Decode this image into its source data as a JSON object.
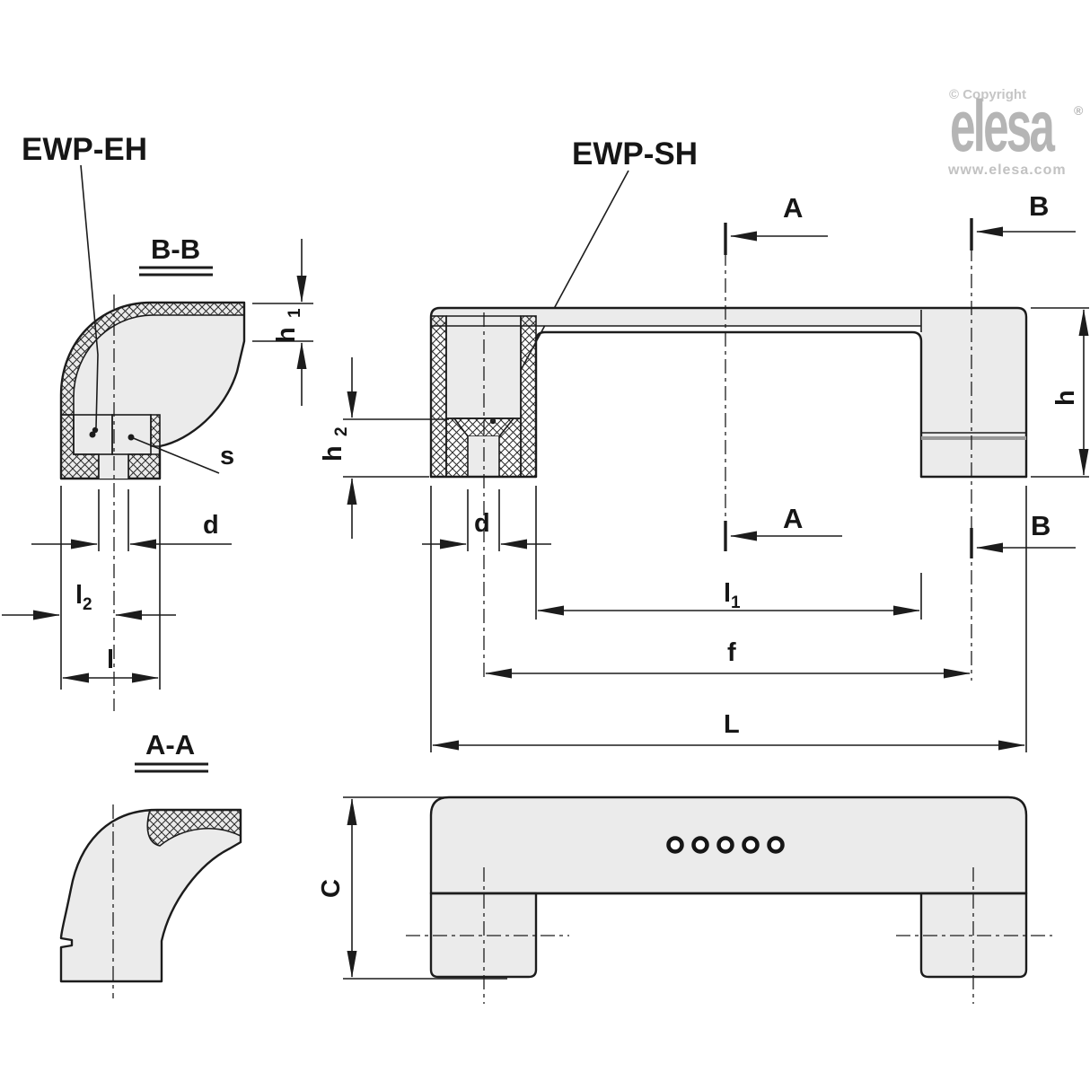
{
  "branding": {
    "copyright": "© Copyright",
    "logo": "elesa",
    "registered": "®",
    "website": "www.elesa.com"
  },
  "part_labels": {
    "ewp_eh": "EWP-EH",
    "ewp_sh": "EWP-SH"
  },
  "section_labels": {
    "bb": "B-B",
    "aa": "A-A"
  },
  "cut_arrows": {
    "a_top": "A",
    "a_bottom": "A",
    "b_top": "B",
    "b_bottom": "B"
  },
  "dimensions": {
    "h1": {
      "base": "h",
      "sub": "1"
    },
    "h2": {
      "base": "h",
      "sub": "2"
    },
    "h": "h",
    "d_section": "d",
    "d_front": "d",
    "s": "s",
    "l2": {
      "base": "l",
      "sub": "2"
    },
    "l": "l",
    "l1": {
      "base": "l",
      "sub": "1"
    },
    "f": "f",
    "L": "L",
    "C": "C"
  },
  "colors": {
    "line": "#1c1c1c",
    "part_fill": "#ebebeb",
    "logo_gray": "#b5b5b5",
    "muted_gray": "#c4c4c4",
    "joint_gray": "#979797",
    "background": "#ffffff"
  }
}
